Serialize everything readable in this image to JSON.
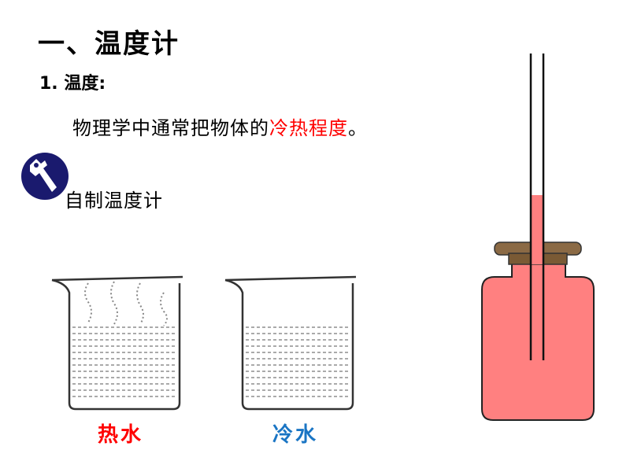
{
  "title": "一、温度计",
  "section": {
    "number": "1.",
    "label": "温度:"
  },
  "definition": {
    "prefix": "物理学中通常把物体的",
    "highlight": "冷热程度",
    "suffix": "。"
  },
  "activity_icon": "wrench-icon",
  "activity_label": "自制温度计",
  "beakers": {
    "hot_label": "热水",
    "cold_label": "冷水"
  },
  "colors": {
    "highlight": "#ff0000",
    "cold_label": "#1a75c4",
    "icon_bg": "#1a1a6e",
    "bottle_fill": "#ff8080",
    "cork": "#8b6a45"
  }
}
